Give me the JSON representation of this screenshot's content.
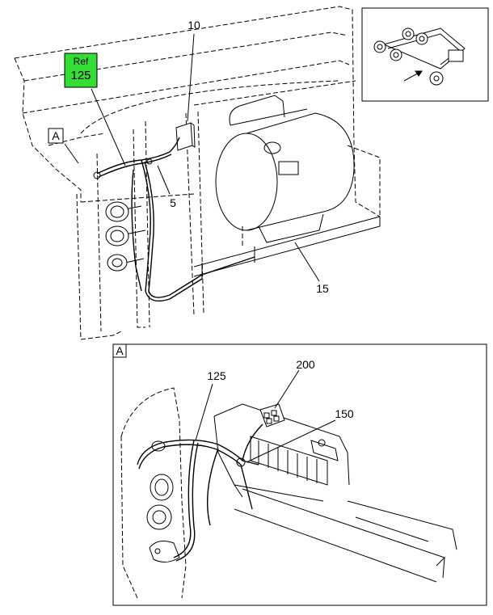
{
  "ref_badge": {
    "line1": "Ref",
    "line2": "125",
    "color": "#33dd33"
  },
  "callouts": {
    "c10": "10",
    "c5": "5",
    "c15": "15",
    "c125": "125",
    "c200": "200",
    "c150": "150"
  },
  "view_marker": {
    "top": "A",
    "detail": "A"
  }
}
